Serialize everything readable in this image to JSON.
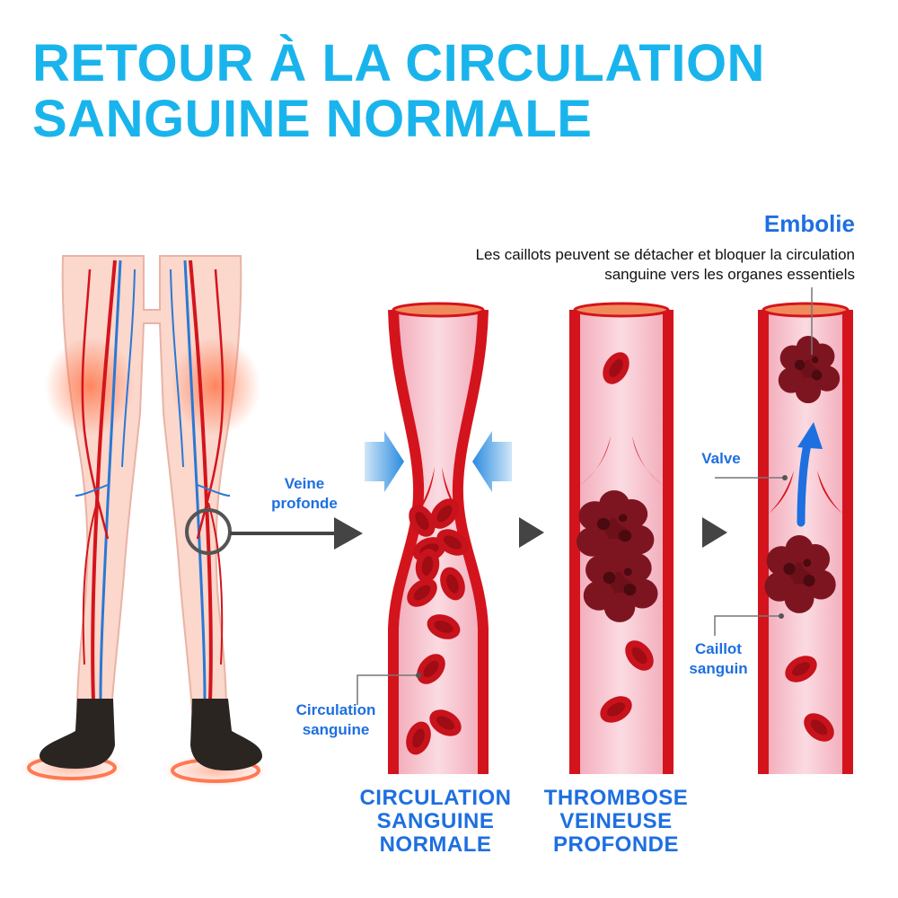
{
  "title": {
    "line1": "RETOUR À LA CIRCULATION",
    "line2": "SANGUINE NORMALE"
  },
  "embolie": {
    "title": "Embolie",
    "description": "Les caillots peuvent se détacher et bloquer la circulation sanguine vers les organes essentiels"
  },
  "labels": {
    "deep_vein": [
      "Veine",
      "profonde"
    ],
    "blood_flow": [
      "Circulation",
      "sanguine"
    ],
    "valve": "Valve",
    "clot": [
      "Caillot",
      "sanguin"
    ]
  },
  "captions": {
    "normal": [
      "CIRCULATION",
      "SANGUINE",
      "NORMALE"
    ],
    "thrombosis": [
      "THROMBOSE",
      "VEINEUSE",
      "PROFONDE"
    ]
  },
  "colors": {
    "title_blue": "#1ab4ec",
    "label_blue": "#1e6fe0",
    "vessel_wall": "#d4141c",
    "vessel_lumen": "#f6c6d0",
    "clot": "#7a1420"
  }
}
